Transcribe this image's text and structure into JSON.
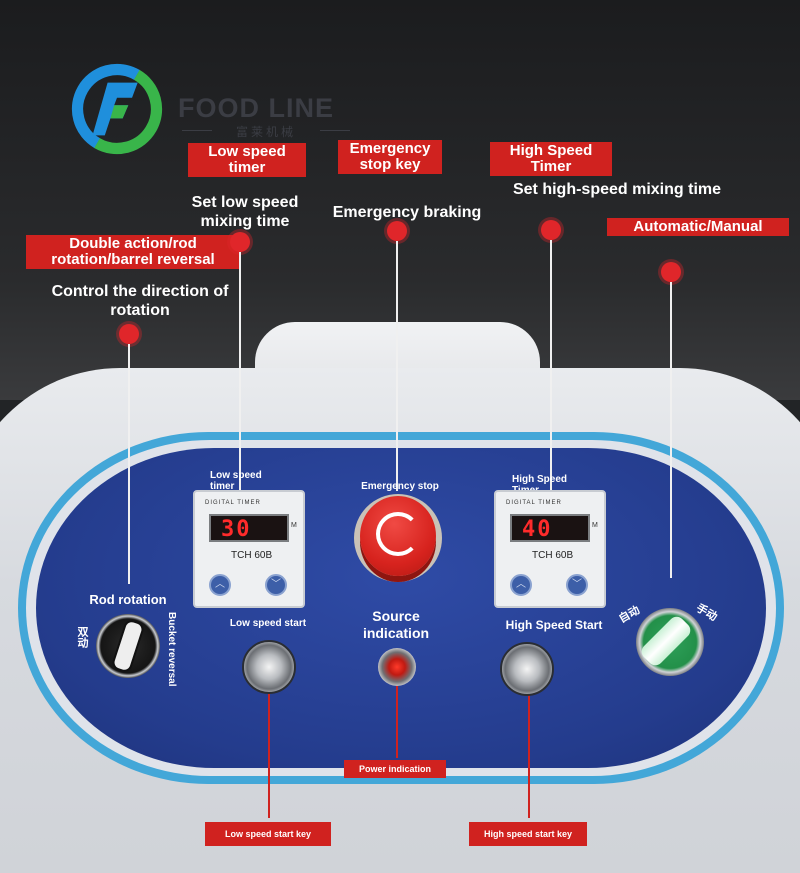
{
  "brand": {
    "name": "FOOD LINE",
    "subtitle": "富莱机械"
  },
  "callouts": {
    "low_speed_timer": {
      "tag": "Low speed timer",
      "desc": "Set low speed mixing time"
    },
    "emergency_stop_key": {
      "tag": "Emergency stop key",
      "desc": "Emergency braking"
    },
    "high_speed_timer": {
      "tag": "High Speed Timer",
      "desc": "Set high-speed mixing time"
    },
    "automatic_manual": {
      "tag": "Automatic/Manual"
    },
    "double_action": {
      "tag": "Double action/rod rotation/barrel reversal",
      "desc": "Control the direction of rotation"
    },
    "power_indication": {
      "tag": "Power indication"
    },
    "low_speed_start_key": {
      "tag": "Low speed start key"
    },
    "high_speed_start_key": {
      "tag": "High speed start key"
    }
  },
  "panel": {
    "low_timer_label": "Low speed timer",
    "high_timer_label": "High Speed Timer",
    "emergency_label": "Emergency stop",
    "rod_rotation": "Rod rotation",
    "double_cn": "双动",
    "bucket_reversal": "Bucket reversal",
    "low_start": "Low speed start",
    "source_indication": "Source indication",
    "high_start": "High Speed Start",
    "auto_cn": "自动",
    "manual_cn": "手动"
  },
  "timers": {
    "low": {
      "brand": "DIGITAL TIMER",
      "value": "30",
      "unit": "M",
      "model": "TCH 60B"
    },
    "high": {
      "brand": "DIGITAL TIMER",
      "value": "40",
      "unit": "M",
      "model": "TCH 60B"
    }
  },
  "colors": {
    "tag_red": "#d0221f",
    "panel_blue": "#243c8d",
    "rim_blue": "#43a7d8",
    "logo_blue": "#1f8fdc",
    "logo_green": "#39b54a"
  }
}
